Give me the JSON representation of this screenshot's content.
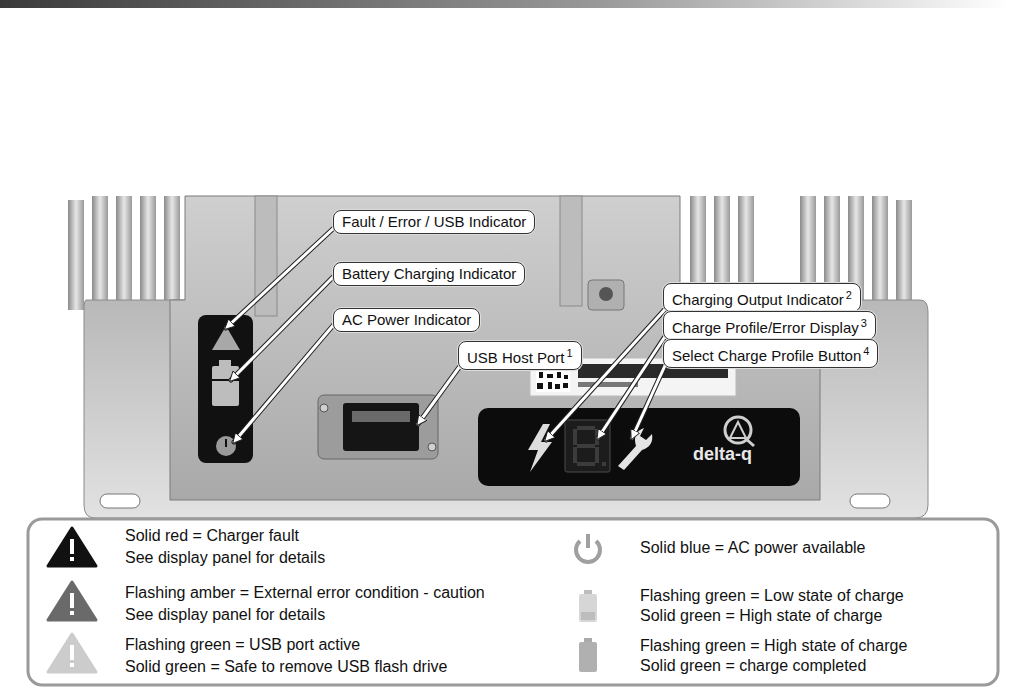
{
  "diagram": {
    "nodes": [
      {
        "text": [
          "Fault / Error / USB Indicator"
        ]
      },
      {
        "text": [
          "Battery Charging Indicator"
        ]
      },
      {
        "text": [
          "AC Power Indicator"
        ]
      },
      {
        "text": [
          "USB Host Port",
          "1"
        ]
      },
      {
        "text": [
          "Charging Output Indicator",
          "2"
        ]
      },
      {
        "text": [
          "Charge Profile/Error Display",
          "3"
        ]
      },
      {
        "text": [
          "Select Charge Profile Button",
          "4"
        ]
      }
    ],
    "labels": [
      "delta-q"
    ],
    "legend": [
      {
        "text": "Solid red = Charger fault"
      },
      {
        "text": "See display panel for details"
      },
      {
        "text": "Flashing amber = External error condition - caution"
      },
      {
        "text": "See display panel for details"
      },
      {
        "text": "Flashing green = USB port active"
      },
      {
        "text": "Solid green = Safe to remove USB flash drive"
      },
      {
        "text": "Solid blue = AC power available"
      },
      {
        "text": "Flashing green = Low state of charge"
      },
      {
        "text": "Solid green = High state of charge"
      },
      {
        "text": "Flashing green = High state of charge"
      },
      {
        "text": "Solid green = charge completed"
      }
    ]
  }
}
